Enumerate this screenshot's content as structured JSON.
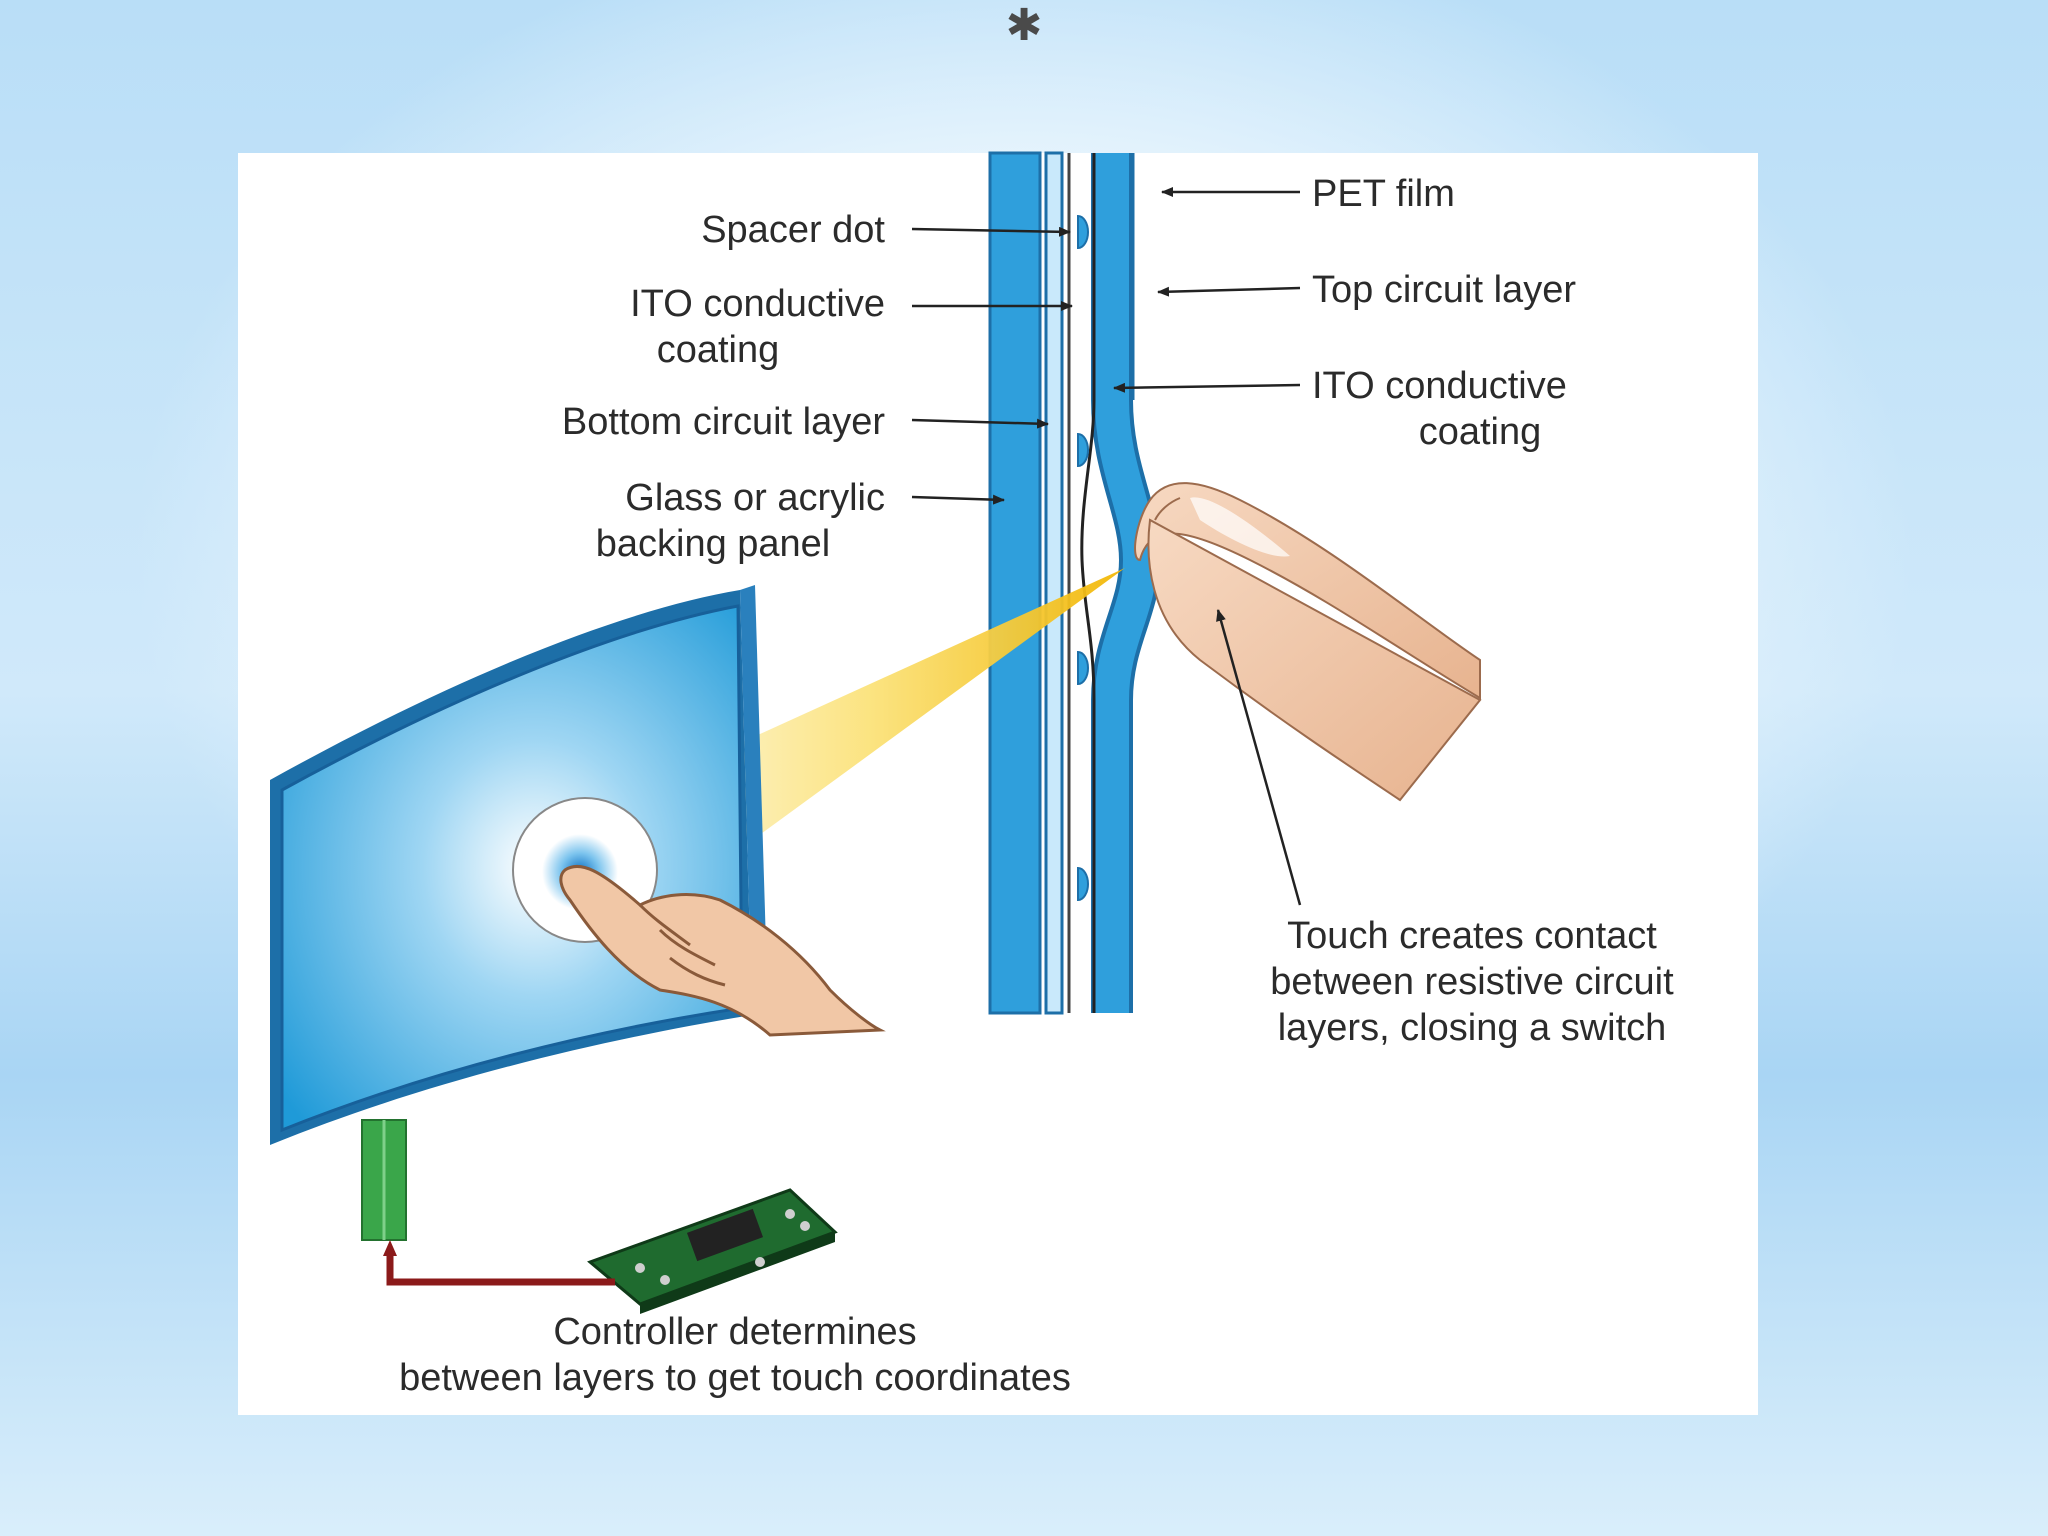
{
  "labels": {
    "pet_film": "PET film",
    "spacer_dot": "Spacer dot",
    "ito_left_1": "ITO conductive",
    "ito_left_2": "coating",
    "bottom_circuit": "Bottom circuit layer",
    "glass_1": "Glass or acrylic",
    "glass_2": "backing panel",
    "top_circuit": "Top circuit layer",
    "ito_right_1": "ITO conductive",
    "ito_right_2": "coating",
    "touch_1": "Touch creates contact",
    "touch_2": "between resistive circuit",
    "touch_3": "layers, closing a switch",
    "controller_1": "Controller determines",
    "controller_2": "between layers to get touch coordinates"
  },
  "icons": {
    "slide_bullet": "asterisk-icon",
    "finger": "finger-icon",
    "hand": "hand-icon",
    "monitor": "monitor-icon",
    "controller": "circuit-board-icon"
  },
  "colors": {
    "layer_blue": "#2f9fdc",
    "layer_edge": "#1d6fa8",
    "skin": "#f1c7a6",
    "cable_green": "#3aa64a",
    "arrow_red": "#8b1a1a",
    "highlight_yellow": "#f5c518"
  }
}
